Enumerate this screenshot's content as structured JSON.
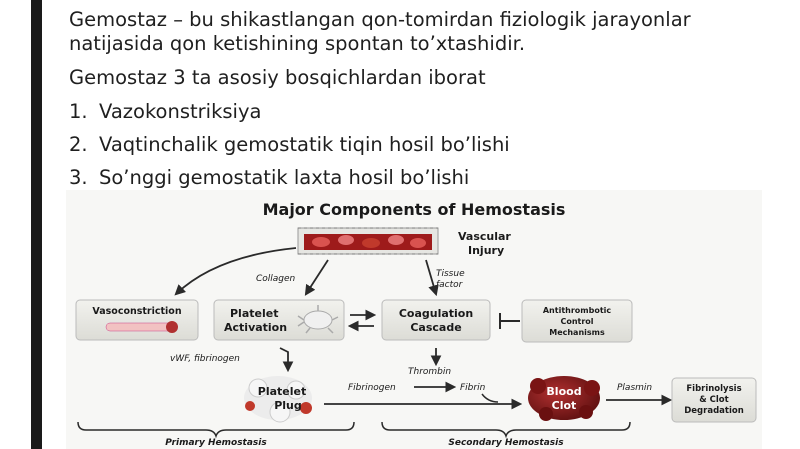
{
  "slide": {
    "definition": "Gemostaz – bu shikastlangan qon-tomirdan fiziologik jarayonlar natijasida qon ketishining spontan to’xtashidir.",
    "intro": "Gemostaz 3 ta asosiy bosqichlardan iborat",
    "stages": [
      {
        "num": "1.",
        "text": "Vazokonstriksiya"
      },
      {
        "num": "2.",
        "text": "Vaqtinchalik gemostatik tiqin hosil bo’lishi"
      },
      {
        "num": "3.",
        "text": "So’nggi gemostatik laxta hosil bo’lishi"
      }
    ]
  },
  "diagram": {
    "title": "Major Components of Hemostasis",
    "injury_line1": "Vascular",
    "injury_line2": "Injury",
    "collagen": "Collagen",
    "tissue_factor_line1": "Tissue",
    "tissue_factor_line2": "factor",
    "vasoconstriction": "Vasoconstriction",
    "platelet_line1": "Platelet",
    "platelet_line2": "Activation",
    "coag_line1": "Coagulation",
    "coag_line2": "Cascade",
    "anti_line1": "Antithrombotic",
    "anti_line2": "Control",
    "anti_line3": "Mechanisms",
    "vwf": "vWF, fibrinogen",
    "thrombin": "Thrombin",
    "plug_line1": "Platelet",
    "plug_line2": "Plug",
    "fibrinogen": "Fibrinogen",
    "fibrin": "Fibrin",
    "clot_line1": "Blood",
    "clot_line2": "Clot",
    "plasmin": "Plasmin",
    "fibrinolysis_line1": "Fibrinolysis",
    "fibrinolysis_line2": "& Clot",
    "fibrinolysis_line3": "Degradation",
    "primary": "Primary Hemostasis",
    "secondary": "Secondary Hemostasis"
  },
  "colors": {
    "text": "#1f1f1f",
    "box_fill": "#e6e6e2",
    "blood": "#8b1a1a",
    "plug_red": "#c0392b"
  }
}
